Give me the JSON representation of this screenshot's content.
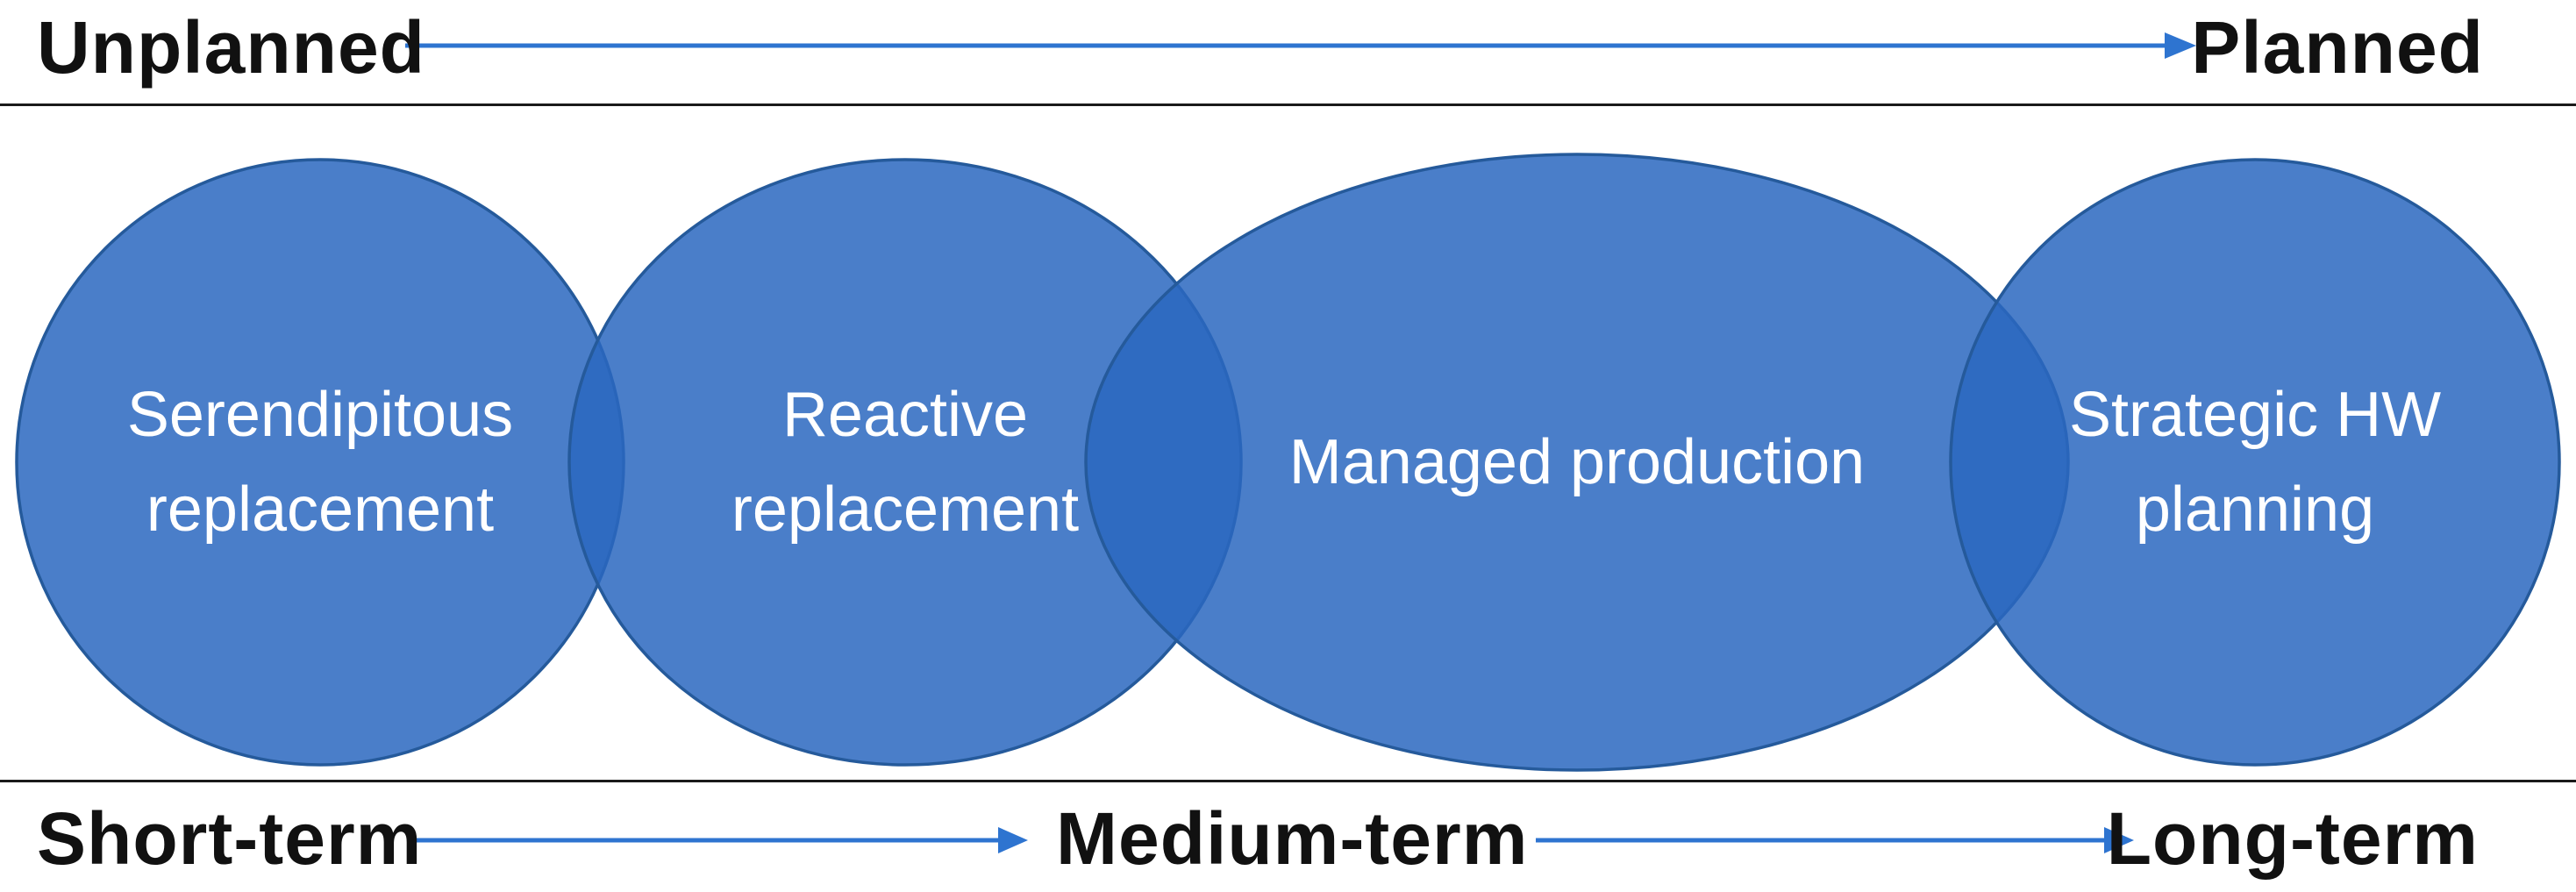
{
  "colors": {
    "ellipse_fill": "#2A67BF",
    "ellipse_stroke": "#255A9B",
    "arrow_blue": "#2E74D0",
    "label_text": "#111111",
    "ellipse_text": "#FFFFFF",
    "divider": "#1A1A1A",
    "background": "#FFFFFF"
  },
  "top_axis": {
    "left_label": "Unplanned",
    "right_label": "Planned"
  },
  "bottom_axis": {
    "left_label": "Short-term",
    "middle_label": "Medium-term",
    "right_label": "Long-term"
  },
  "ellipses": [
    {
      "label": "Serendipitous replacement"
    },
    {
      "label": "Reactive replacement"
    },
    {
      "label": "Managed production"
    },
    {
      "label": "Strategic HW planning"
    }
  ]
}
